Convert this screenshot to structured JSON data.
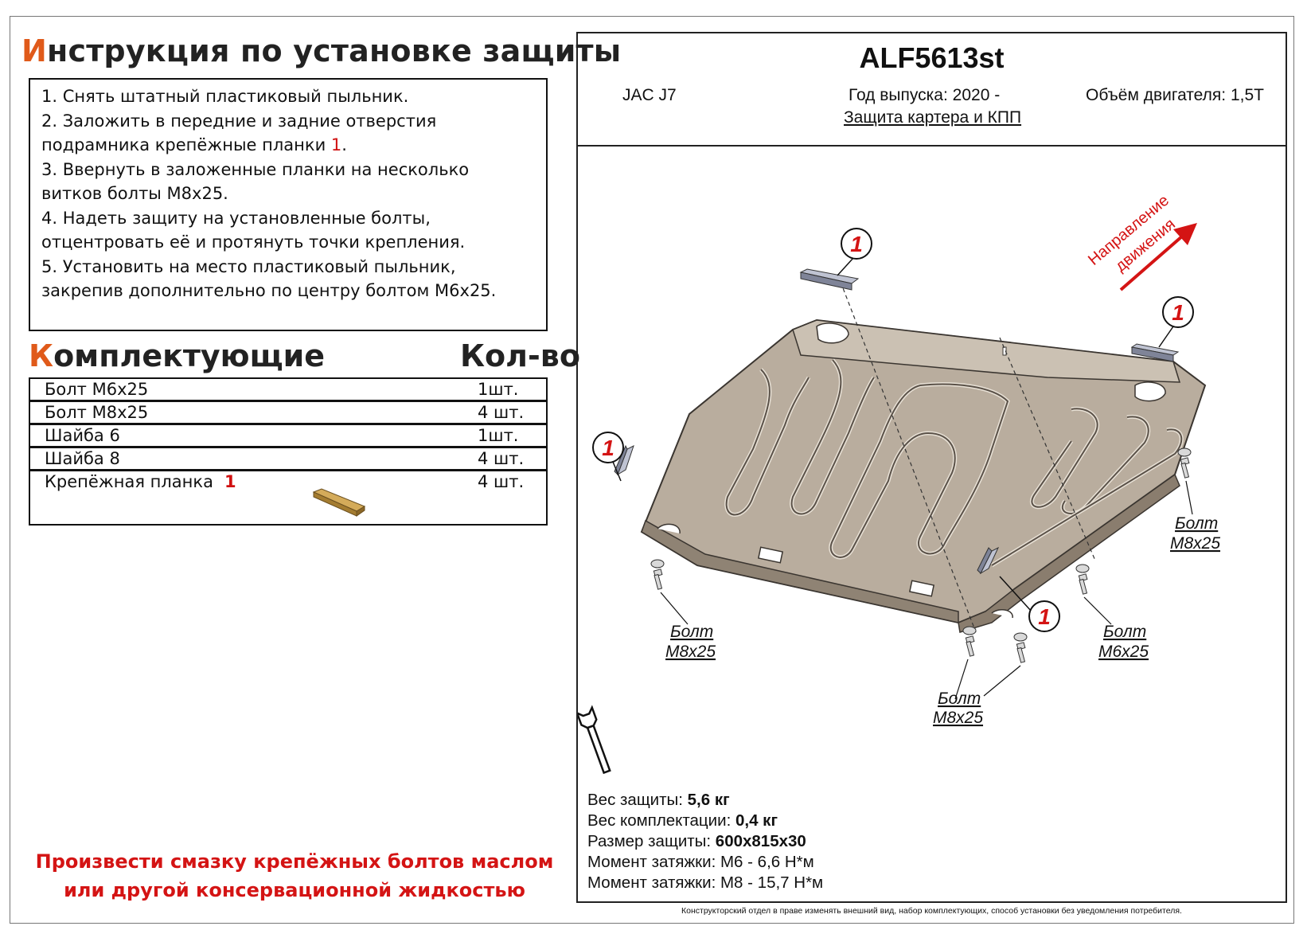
{
  "title": {
    "first_letter": "И",
    "rest": "нструкция по установке защиты"
  },
  "steps": [
    {
      "lines": [
        "1.  Снять штатный пластиковый пыльник."
      ]
    },
    {
      "lines": [
        "2.  Заложить в передние и задние отверстия",
        "подрамника крепёжные планки "
      ],
      "ref": "1",
      "tail": "."
    },
    {
      "lines": [
        "3.  Ввернуть в заложенные планки на несколько",
        "витков болты М8х25."
      ]
    },
    {
      "lines": [
        "4.  Надеть защиту на установленные болты,",
        "отцентровать её и протянуть точки крепления."
      ]
    },
    {
      "lines": [
        "5.  Установить на место пластиковый пыльник,",
        "закрепив дополнительно по центру болтом М6х25."
      ]
    }
  ],
  "kit": {
    "title_first_letter": "К",
    "title_rest": "омплектующие",
    "qty_title": "Кол-во",
    "rows": [
      {
        "name": "Болт М6х25",
        "qty": "1шт."
      },
      {
        "name": "Болт М8х25",
        "qty": "4 шт."
      },
      {
        "name": "Шайба 6",
        "qty": "1шт."
      },
      {
        "name": "Шайба 8",
        "qty": "4 шт."
      },
      {
        "name": "Крепёжная планка",
        "ref": "1",
        "qty": "4 шт."
      }
    ]
  },
  "warning": {
    "line1": "Произвести смазку крепёжных болтов маслом",
    "line2": "или другой консервационной жидкостью"
  },
  "header": {
    "part_no": "ALF5613st",
    "car_model": "JAC J7",
    "year": "Год выпуска: 2020 -",
    "engine": "Объём двигателя:  1,5T",
    "protection_name": "Защита картера и КПП"
  },
  "diagram": {
    "direction_line1": "Направление",
    "direction_line2": "движения",
    "callout": "1",
    "bolt_word": "Болт",
    "bolt_m8": "M8x25",
    "bolt_m6": "M6x25"
  },
  "specs": {
    "weight_label": "Вес защиты: ",
    "weight_value": "5,6 кг",
    "kit_weight_label": "Вес комплектации: ",
    "kit_weight_value": "0,4 кг",
    "size_label": "Размер защиты: ",
    "size_value": "600х815х30",
    "torque_m6": "Момент затяжки:  М6 - 6,6 Н*м",
    "torque_m8": "Момент затяжки:  М8 - 15,7 Н*м"
  },
  "footnote": "Конструкторский отдел в праве изменять внешний вид, набор комплектующих, способ установки без уведомления потребителя.",
  "colors": {
    "accent": "#e05a1a",
    "warning": "#d41414",
    "plate": "#b7aa9b",
    "plate_dark": "#8f8274",
    "plank": "#c8a050"
  }
}
